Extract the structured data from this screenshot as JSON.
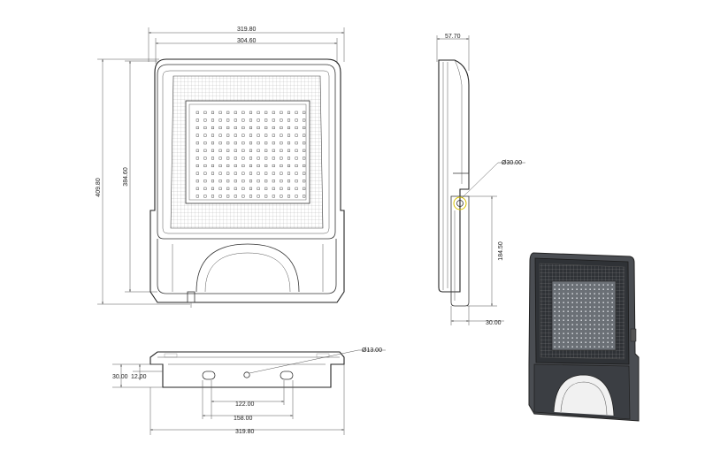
{
  "front_view": {
    "width_outer": "319.80",
    "width_inner": "304.60",
    "height_outer": "409.80",
    "height_inner": "384.60"
  },
  "side_view": {
    "depth": "57.70",
    "pivot_diameter": "Ø30.00",
    "bracket_height": "184.50",
    "bracket_width": "30.00"
  },
  "bottom_view": {
    "hole_diameter": "Ø13.00",
    "height_total": "30.00",
    "height_flange": "12.00",
    "slot_spacing": "122.00",
    "slot_outer": "158.00",
    "width_total": "319.80"
  },
  "colors": {
    "line": "#222222",
    "accent": "#d9c300",
    "photo_frame": "#3a3a3a",
    "photo_panel": "#6e7379"
  }
}
